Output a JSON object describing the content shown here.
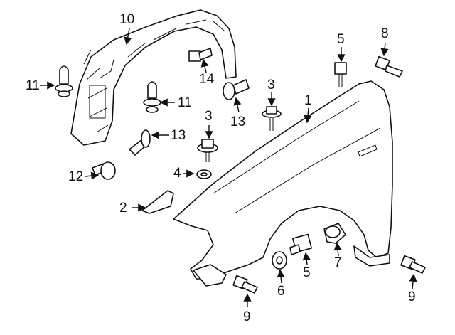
{
  "callouts": {
    "c1": "1",
    "c2": "2",
    "c3a": "3",
    "c3b": "3",
    "c4": "4",
    "c5a": "5",
    "c5b": "5",
    "c6": "6",
    "c7": "7",
    "c8": "8",
    "c9a": "9",
    "c9b": "9",
    "c10": "10",
    "c11a": "11",
    "c11b": "11",
    "c12": "12",
    "c13a": "13",
    "c13b": "13",
    "c14": "14"
  }
}
